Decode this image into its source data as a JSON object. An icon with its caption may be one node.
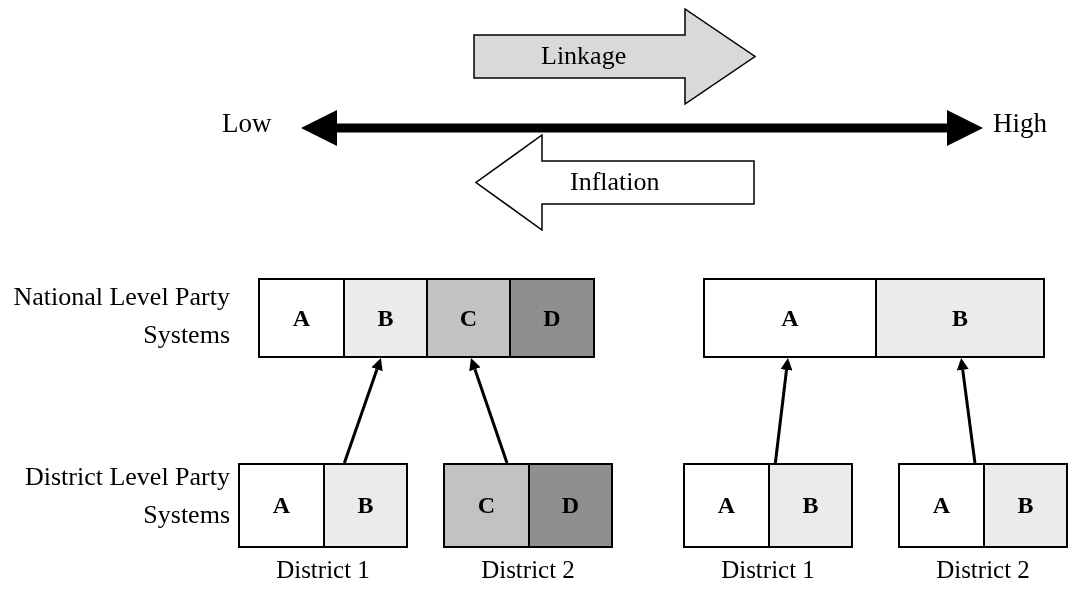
{
  "diagram": {
    "nodes": [
      {
        "text": [
          "Linkage"
        ]
      },
      {
        "text": [
          "Low"
        ]
      },
      {
        "text": [
          "High"
        ]
      },
      {
        "text": [
          "Inflation"
        ]
      },
      {
        "text": [],
        "shape": "box"
      },
      {
        "text": [
          "A"
        ],
        "in": 4
      },
      {
        "text": [
          "B"
        ],
        "in": 4
      },
      {
        "text": [
          "C"
        ],
        "in": 4
      },
      {
        "text": [
          "D"
        ],
        "in": 4
      },
      {
        "text": [],
        "shape": "box"
      },
      {
        "text": [
          "A"
        ],
        "in": 9
      },
      {
        "text": [
          "B"
        ],
        "in": 9
      },
      {
        "text": [],
        "shape": "box",
        "beside": [
          "District 1"
        ]
      },
      {
        "text": [
          "A"
        ],
        "in": 12
      },
      {
        "text": [
          "B"
        ],
        "in": 12
      },
      {
        "text": [],
        "shape": "box",
        "beside": [
          "District 2"
        ]
      },
      {
        "text": [
          "C"
        ],
        "in": 15
      },
      {
        "text": [
          "D"
        ],
        "in": 15
      },
      {
        "text": [],
        "shape": "box",
        "beside": [
          "District 1"
        ]
      },
      {
        "text": [
          "A"
        ],
        "in": 18
      },
      {
        "text": [
          "B"
        ],
        "in": 18
      },
      {
        "text": [],
        "shape": "box",
        "beside": [
          "District 2"
        ]
      },
      {
        "text": [
          "A"
        ],
        "in": 21
      },
      {
        "text": [
          "B"
        ],
        "in": 21
      }
    ],
    "edges": [
      {
        "from": 1,
        "to": 2,
        "arrow": "both",
        "style": "thick"
      },
      {
        "from": 12,
        "to": 6,
        "arrow": "to"
      },
      {
        "from": 15,
        "to": 7,
        "arrow": "to"
      },
      {
        "from": 18,
        "to": 10,
        "arrow": "to"
      },
      {
        "from": 21,
        "to": 11,
        "arrow": "to"
      }
    ],
    "labels": [
      "National Level Party Systems",
      "District Level Party Systems"
    ]
  }
}
